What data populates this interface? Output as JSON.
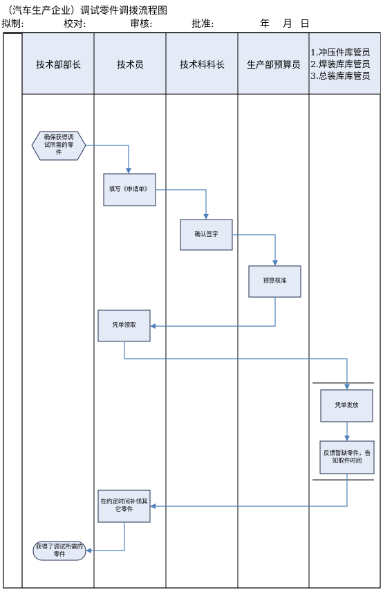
{
  "header": {
    "title": "（汽车生产企业）调试零件调拨流程图",
    "drafted_label": "拟制:",
    "proofread_label": "校对:",
    "review_label": "审核:",
    "approve_label": "批准:",
    "year_label": "年",
    "month_label": "月",
    "day_label": "日"
  },
  "lanes": [
    {
      "label": "技术部部长"
    },
    {
      "label": "技术员"
    },
    {
      "label": "技术科科长"
    },
    {
      "label": "生产部预算员"
    },
    {
      "lines": [
        "1.冲压件库管员",
        "2.焊装库库管员",
        "3.总装库库管员"
      ]
    }
  ],
  "nodes": {
    "start": "确保获得调试所需的零件",
    "fill_form": "填写《申请单》",
    "confirm_sign": "确认签字",
    "budget_check": "预算核准",
    "voucher_pickup": "凭单领取",
    "voucher_issue": "凭单发放",
    "feedback_shortage": "反馈暂缺零件，告知取件时间",
    "collect_rest": "在约定时间补领其它零件",
    "end": "获得了调试所需的零件"
  },
  "colors": {
    "box_fill": "#e4eaf6",
    "box_border": "#1f2f4f",
    "connector": "#4f81bd",
    "lane_line": "#000000"
  }
}
